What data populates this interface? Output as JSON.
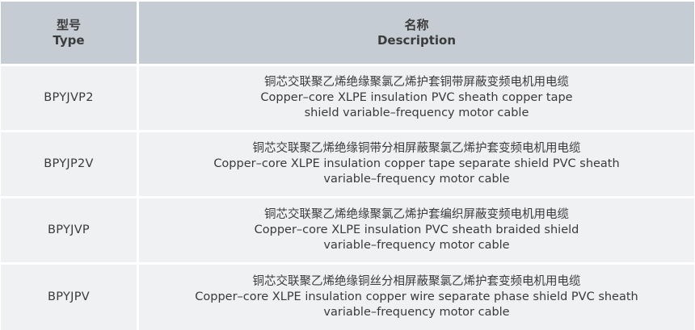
{
  "header": {
    "type_zh": "型号",
    "type_en": "Type",
    "desc_zh": "名称",
    "desc_en": "Description"
  },
  "rows": [
    {
      "type": "BPYJVP2",
      "zh": "铜芯交联聚乙烯绝缘聚氯乙烯护套铜带屏蔽变频电机用电缆",
      "en1": "Copper–core XLPE insulation PVC sheath copper tape",
      "en2": "shield variable–frequency motor cable"
    },
    {
      "type": "BPYJP2V",
      "zh": "铜芯交联聚乙烯绝缘铜带分相屏蔽聚氯乙烯护套变频电机用电缆",
      "en1": "Copper–core XLPE insulation copper tape separate shield PVC sheath",
      "en2": "variable–frequency motor cable"
    },
    {
      "type": "BPYJVP",
      "zh": "铜芯交联聚乙烯绝缘聚氯乙烯护套编织屏蔽变频电机用电缆",
      "en1": "Copper–core XLPE insulation PVC sheath braided shield",
      "en2": "variable–frequency motor cable"
    },
    {
      "type": "BPYJPV",
      "zh": "铜芯交联聚乙烯绝缘铜丝分相屏蔽聚氯乙烯护套变频电机用电缆",
      "en1": "Copper–core XLPE insulation copper wire separate phase shield PVC sheath",
      "en2": "variable–frequency motor cable"
    }
  ]
}
